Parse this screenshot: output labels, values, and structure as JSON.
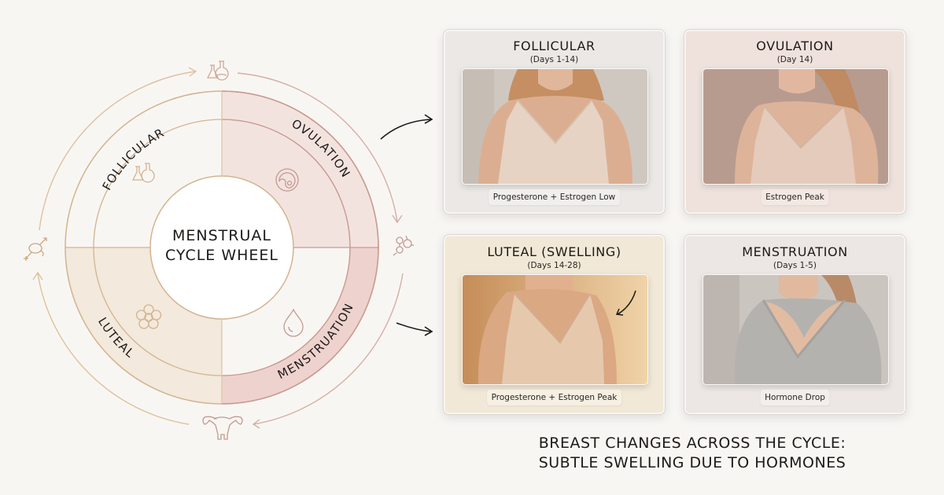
{
  "wheel": {
    "center_title_line1": "MENSTRUAL",
    "center_title_line2": "CYCLE WHEEL",
    "segments": [
      {
        "label": "FOLLICULAR",
        "icon": "flask-icon",
        "color": "#ffffff"
      },
      {
        "label": "OVULATION",
        "icon": "egg-cell-icon",
        "color": "#f3e3df"
      },
      {
        "label": "MENSTRUATION",
        "icon": "drop-icon",
        "color": "#eed2ce"
      },
      {
        "label": "LUTEAL",
        "icon": "flower-icon",
        "color": "#f3e9dc"
      }
    ],
    "outer_icons": [
      {
        "position": "top",
        "icon": "flask-icon"
      },
      {
        "position": "right",
        "icon": "hormone-molecule-icon"
      },
      {
        "position": "bottom",
        "icon": "uterus-icon"
      },
      {
        "position": "left",
        "icon": "gender-symbol-icon"
      }
    ],
    "colors": {
      "gold_line": "#d2b48f",
      "rose_line": "#c99a92"
    }
  },
  "cards": [
    {
      "title": "FOLLICULAR",
      "subtitle": "(Days 1-14)",
      "badge": "Progesterone + Estrogen Low",
      "bg": "#ebe8e5",
      "photo_bg": "#cfc8c0",
      "garment": "#e7d3c3"
    },
    {
      "title": "OVULATION",
      "subtitle": "(Day 14)",
      "badge": "Estrogen Peak",
      "bg": "#efe2dc",
      "photo_bg": "#b89b8f",
      "garment": "#e4cbbb"
    },
    {
      "title": "LUTEAL (SWELLING)",
      "subtitle": "(Days 14-28)",
      "badge": "Progesterone + Estrogen Peak",
      "bg": "#f1e8d7",
      "photo_bg": "#d9ad78",
      "garment": "#e6c8ad"
    },
    {
      "title": "MENSTRUATION",
      "subtitle": "(Days 1-5)",
      "badge": "Hormone Drop",
      "bg": "#ece6e4",
      "photo_bg": "#cbc5c0",
      "garment": "#b4b2ae"
    }
  ],
  "caption": {
    "line1": "BREAST CHANGES ACROSS THE CYCLE:",
    "line2": "SUBTLE SWELLING DUE TO HORMONES"
  }
}
